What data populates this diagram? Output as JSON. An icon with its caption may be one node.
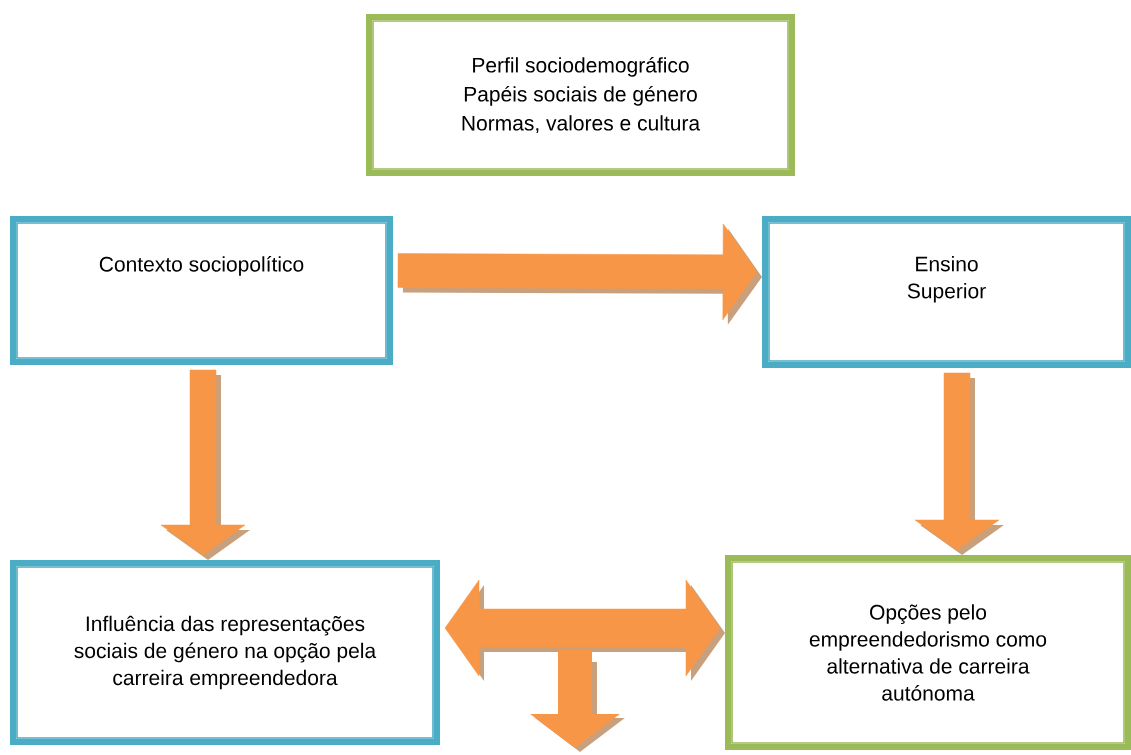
{
  "diagram": {
    "nodes": [
      {
        "text": [
          "Perfil sociodemográfico",
          "Papéis sociais de género",
          "Normas, valores e cultura"
        ]
      },
      {
        "text": [
          "Contexto sociopolítico"
        ]
      },
      {
        "text": [
          "Ensino Superior"
        ]
      },
      {
        "text": [
          "Influência das representações sociais de género na opção pela carreira empreendedora"
        ]
      },
      {
        "text": [
          "Opções pelo empreendedorismo como alternativa de carreira autónoma"
        ]
      }
    ],
    "edges": [
      {
        "from": 1,
        "to": 2,
        "arrow": "to"
      },
      {
        "from": 1,
        "to": 3,
        "arrow": "to"
      },
      {
        "from": 2,
        "to": 4,
        "arrow": "to"
      },
      {
        "from": 3,
        "to": 4,
        "arrow": "both"
      }
    ]
  }
}
